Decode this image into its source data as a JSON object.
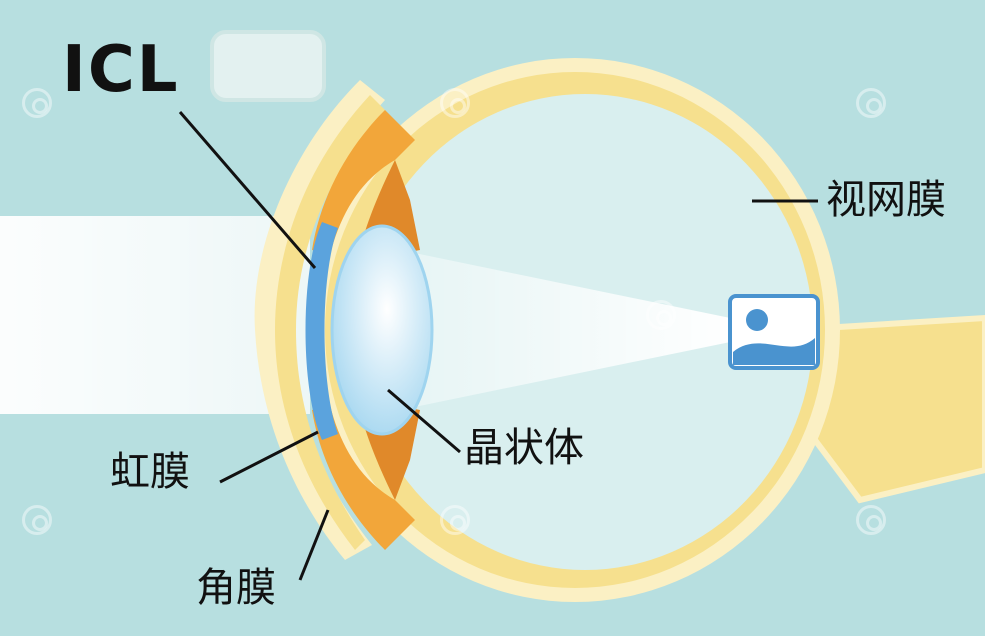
{
  "labels": {
    "icl": "ICL",
    "retina": "视网膜",
    "lens": "晶状体",
    "iris": "虹膜",
    "cornea": "角膜"
  },
  "colors": {
    "background": "#b7dfe0",
    "sclera": "#f6e08e",
    "sclera_light": "#fbf0c4",
    "iris": "#f2a63a",
    "iris_dark": "#e0892a",
    "vitreous": "#d9efef",
    "lens": "#bfe6f7",
    "icl": "#5ba3dd",
    "image_icon": "#4a93cf"
  }
}
